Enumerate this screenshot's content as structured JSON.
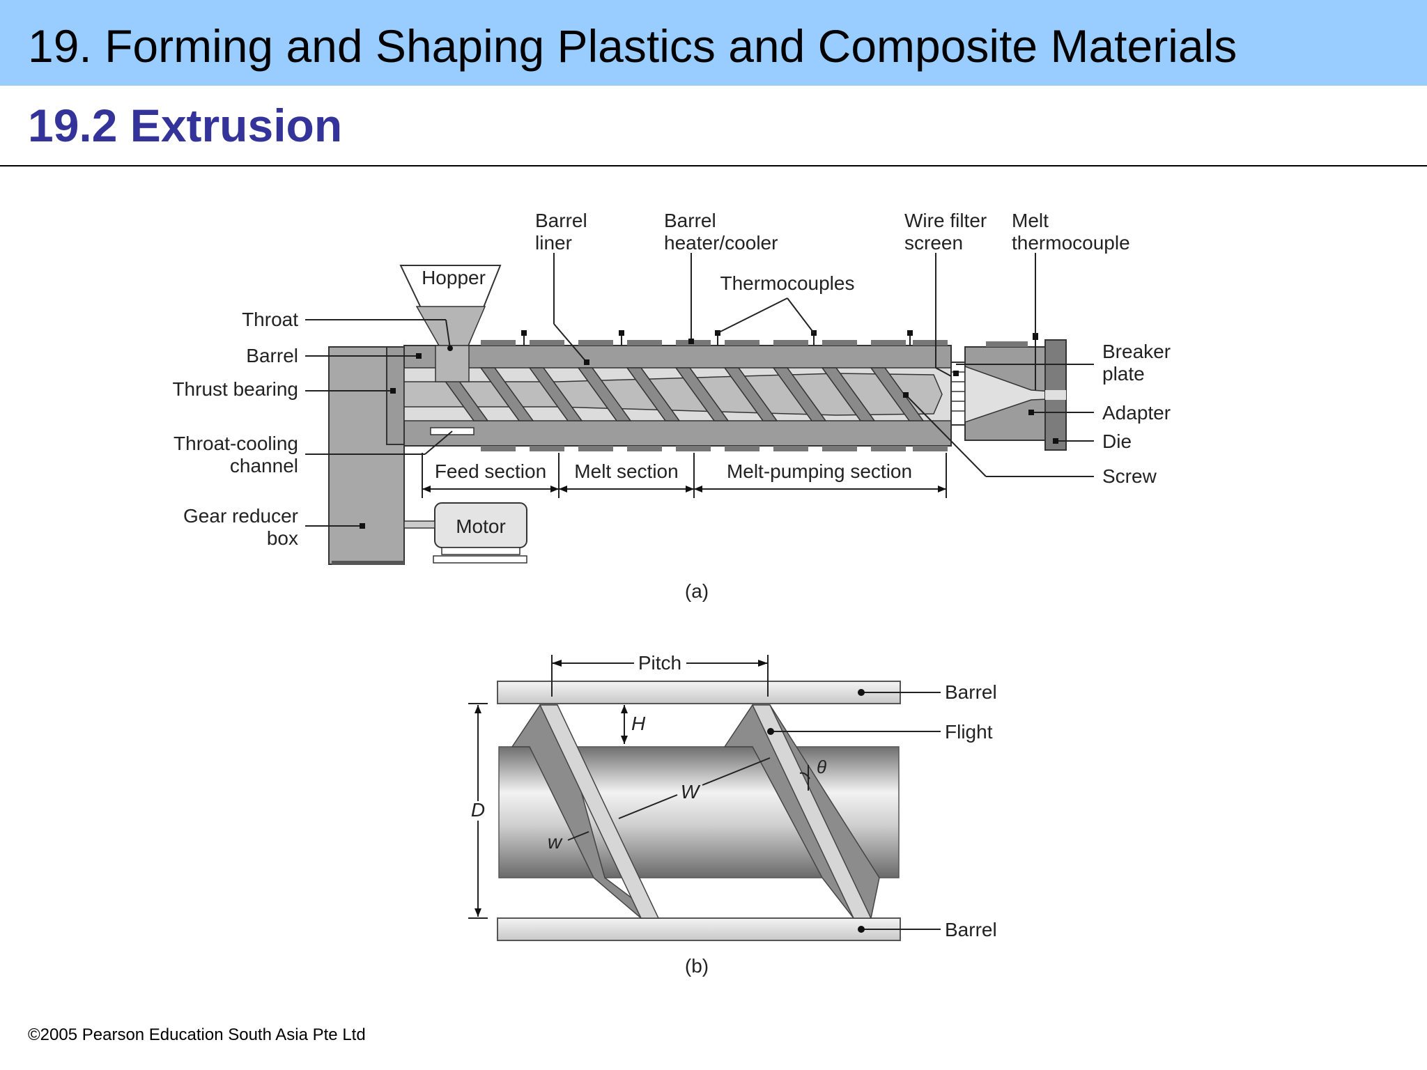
{
  "header": {
    "chapter_title": "19. Forming and Shaping Plastics and Composite Materials",
    "section_title": "19.2 Extrusion"
  },
  "figure_a": {
    "caption": "(a)",
    "labels": {
      "hopper": "Hopper",
      "throat": "Throat",
      "barrel": "Barrel",
      "thrust_bearing": "Thrust bearing",
      "throat_cooling_1": "Throat-cooling",
      "throat_cooling_2": "channel",
      "gear_reducer_1": "Gear reducer",
      "gear_reducer_2": "box",
      "motor": "Motor",
      "barrel_liner_1": "Barrel",
      "barrel_liner_2": "liner",
      "barrel_heater_1": "Barrel",
      "barrel_heater_2": "heater/cooler",
      "thermocouples": "Thermocouples",
      "wire_filter_1": "Wire filter",
      "wire_filter_2": "screen",
      "melt_thermo_1": "Melt",
      "melt_thermo_2": "thermocouple",
      "breaker_1": "Breaker",
      "breaker_2": "plate",
      "adapter": "Adapter",
      "die": "Die",
      "screw": "Screw",
      "feed_section": "Feed section",
      "melt_section": "Melt section",
      "melt_pumping_section": "Melt-pumping section"
    }
  },
  "figure_b": {
    "caption": "(b)",
    "labels": {
      "pitch": "Pitch",
      "barrel_top": "Barrel",
      "flight": "Flight",
      "barrel_bottom": "Barrel",
      "H": "H",
      "D": "D",
      "W": "W",
      "w": "w",
      "theta": "θ"
    }
  },
  "footer": {
    "copyright": "©2005 Pearson Education South Asia Pte Ltd"
  }
}
